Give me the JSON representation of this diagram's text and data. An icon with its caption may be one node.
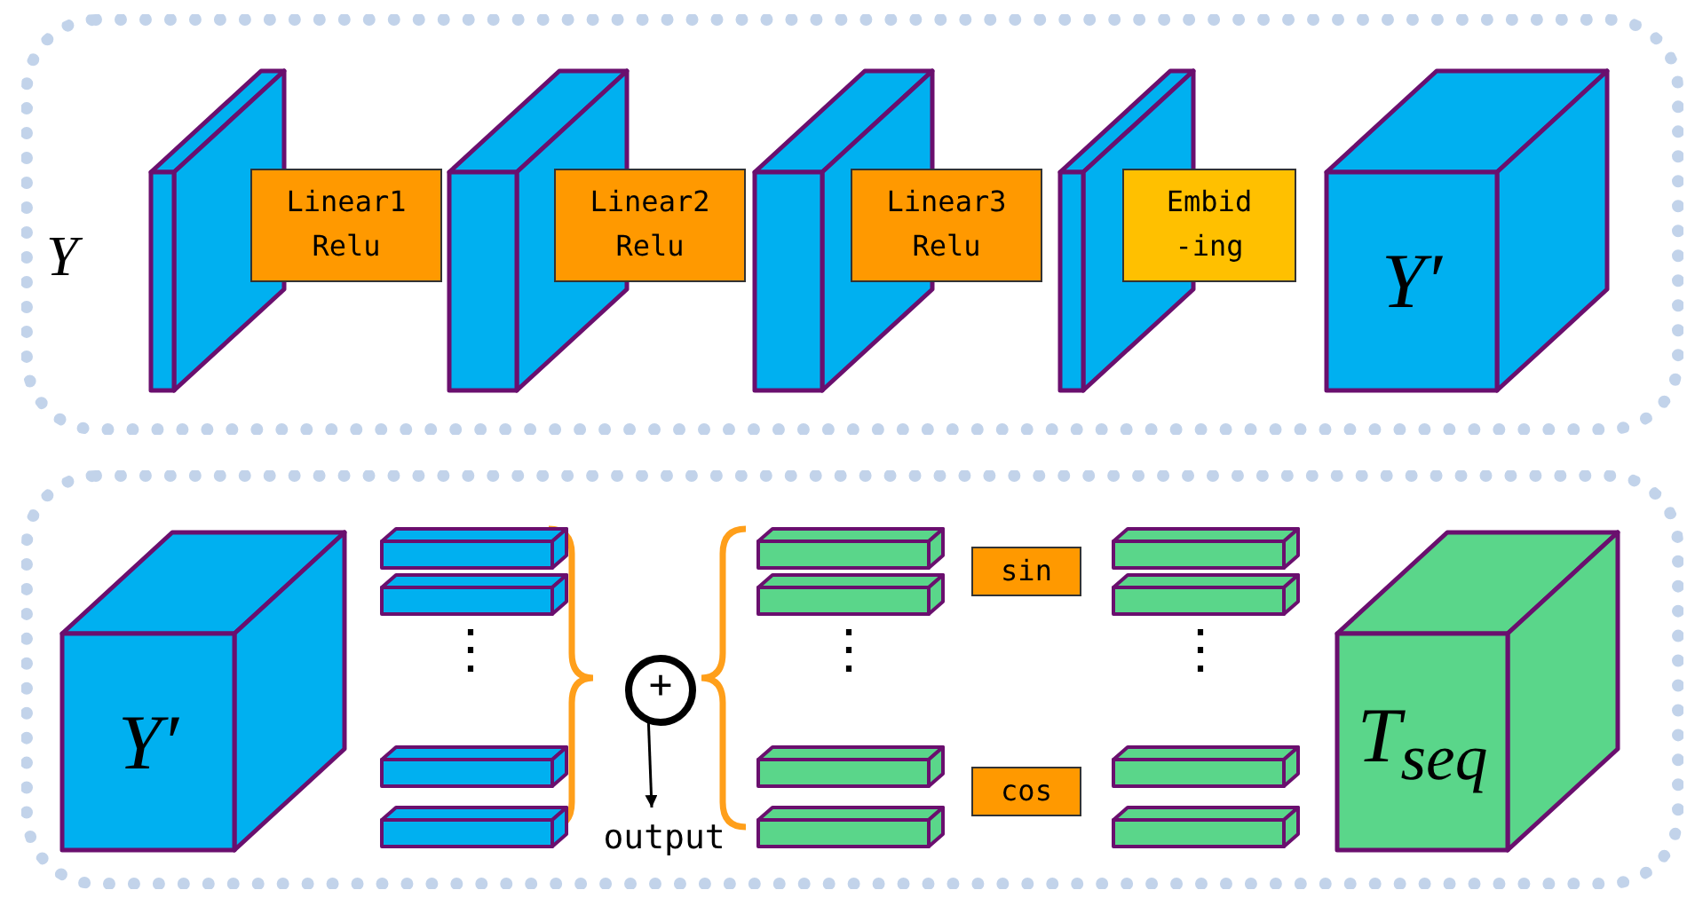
{
  "diagram": {
    "nodes": [
      {
        "text": [],
        "shape": "box"
      },
      {
        "text": [],
        "shape": "box",
        "in": 0
      },
      {
        "text": [
          "Linear1 Relu"
        ],
        "in": 0
      },
      {
        "text": [],
        "shape": "box",
        "in": 0
      },
      {
        "text": [
          "Linear2 Relu"
        ],
        "in": 0
      },
      {
        "text": [],
        "shape": "box",
        "in": 0
      },
      {
        "text": [
          "Linear3 Relu"
        ],
        "in": 0
      },
      {
        "text": [],
        "shape": "box",
        "in": 0
      },
      {
        "text": [
          "Embid -ing"
        ],
        "in": 0
      },
      {
        "text": [
          "Y′"
        ],
        "in": 0
      },
      {
        "text": [],
        "shape": "box"
      },
      {
        "text": [
          "Y′"
        ],
        "in": 10
      },
      {
        "text": [],
        "shape": "bar",
        "in": 10
      },
      {
        "text": [],
        "shape": "bar",
        "in": 10
      },
      {
        "text": [],
        "shape": "bar",
        "in": 10
      },
      {
        "text": [],
        "shape": "bar",
        "in": 10
      },
      {
        "text": [
          "+"
        ],
        "in": 10
      },
      {
        "text": [
          "output"
        ],
        "in": 10
      },
      {
        "text": [],
        "shape": "bar",
        "in": 10
      },
      {
        "text": [],
        "shape": "bar",
        "in": 10
      },
      {
        "text": [],
        "shape": "bar",
        "in": 10
      },
      {
        "text": [],
        "shape": "bar",
        "in": 10
      },
      {
        "text": [
          "sin"
        ],
        "in": 10
      },
      {
        "text": [
          "cos"
        ],
        "in": 10
      },
      {
        "text": [],
        "shape": "bar",
        "in": 10
      },
      {
        "text": [],
        "shape": "bar",
        "in": 10
      },
      {
        "text": [],
        "shape": "bar",
        "in": 10
      },
      {
        "text": [],
        "shape": "bar",
        "in": 10
      },
      {
        "text": [
          "T$_{seq}$"
        ],
        "in": 10
      }
    ],
    "edges": [
      {
        "from": 16,
        "to": 17,
        "arrow": "to"
      }
    ],
    "labels": [
      "Y",
      "⋮",
      "⋮",
      "⋮"
    ]
  }
}
